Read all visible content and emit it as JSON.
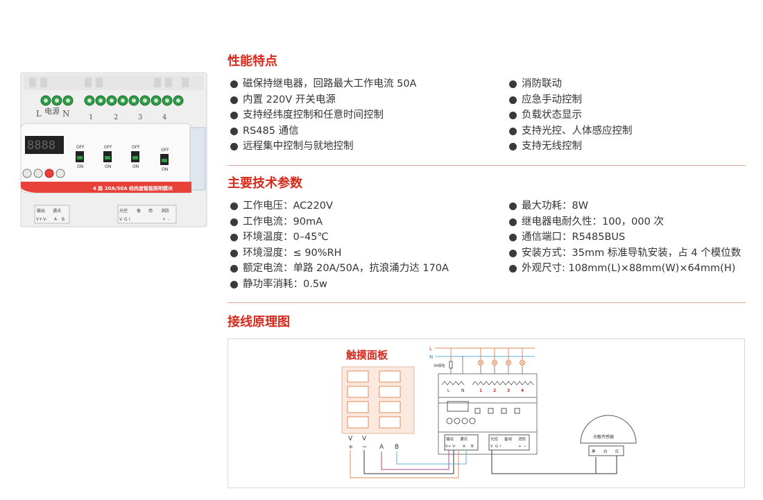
{
  "device": {
    "power_label": "电源",
    "terminal_l": "L",
    "terminal_n": "N",
    "channel_numbers": [
      "1",
      "2",
      "3",
      "4"
    ],
    "display_digits": "8888",
    "switch_off": "OFF",
    "switch_on": "ON",
    "brand_strip": "4 路 20A/50A 经纬度智能照明模块",
    "bottom_left_headers": [
      "输出",
      "通讯"
    ],
    "bottom_left_terminals": [
      "V+",
      "V-",
      "A",
      "B"
    ],
    "bottom_right_headers": [
      "光控",
      "备",
      "用",
      "消防"
    ],
    "bottom_right_terminals": [
      "V",
      "G",
      "I",
      "+",
      "-"
    ]
  },
  "features": {
    "title": "性能特点",
    "left": [
      "磁保持继电器，回路最大工作电流 50A",
      "内置 220V 开关电源",
      "支持经纬度控制和任意时间控制",
      "RS485 通信",
      "远程集中控制与就地控制"
    ],
    "right": [
      "消防联动",
      "应急手动控制",
      "负载状态显示",
      "支持光控、人体感应控制",
      "支持无线控制"
    ]
  },
  "specs": {
    "title": "主要技术参数",
    "left": [
      "工作电压：AC220V",
      "工作电流：90mA",
      "环境温度：0–45℃",
      "环境湿度：≤ 90%RH",
      "额定电流：单路 20A/50A，抗浪涌力达 170A",
      "静功率消耗：0.5w"
    ],
    "right": [
      "最大功耗：8W",
      "继电器电耐久性：100，000 次",
      "通信端口：R5485BUS",
      "安装方式：35mm 标准导轨安装，占 4 个模位数",
      "外观尺寸: 108mm(L)×88mm(W)×64mm(H)"
    ]
  },
  "wiring": {
    "title": "接线原理图",
    "panel_title": "触摸面板",
    "line_l": "L",
    "line_n": "N",
    "fuse_label": "3A保险",
    "module_l": "L",
    "module_n": "N",
    "module_channels": [
      "1",
      "2",
      "3",
      "4"
    ],
    "left_terminal_headers": [
      "输出",
      "通讯"
    ],
    "left_terminals": [
      "V+",
      "V-",
      "A",
      "B"
    ],
    "right_terminal_headers": [
      "光控",
      "备用",
      "消防"
    ],
    "right_terminals": [
      "V",
      "G",
      "I",
      "+",
      "−"
    ],
    "panel_terminal_v1": "V",
    "panel_terminal_v2": "V",
    "panel_plus": "+",
    "panel_minus": "−",
    "panel_a": "A",
    "panel_b": "B",
    "sensor_label": "光敏传感器",
    "sensor_terminals": [
      "黑",
      "白",
      "红"
    ]
  },
  "colors": {
    "accent_red": "#d7291c",
    "rule": "#d9a69d",
    "device_strip": "#e8413a",
    "terminal_green": "#2f9a46",
    "wire_orange": "#e08a5a",
    "wire_purple": "#b04a8c",
    "wire_blue": "#5ab0d8"
  }
}
